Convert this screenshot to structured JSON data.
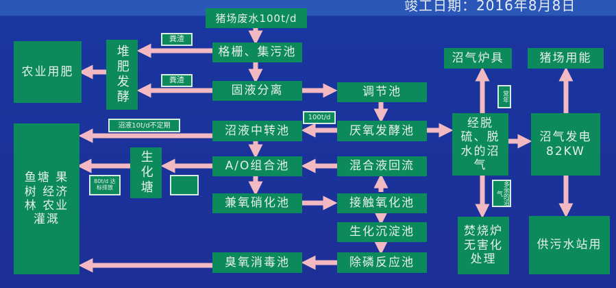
{
  "header": {
    "completion": "竣工日期：2016年8月8日"
  },
  "boxes": {
    "wastewater": "猪场废水100t/d",
    "grille": "格栅、集污池",
    "separation": "固液分离",
    "transfer": "沼液中转池",
    "ao": "A/O组合池",
    "nitrification": "兼氧硝化池",
    "ozone": "臭氧消毒池",
    "regulating": "调节池",
    "anaerobic": "厌氧发酵池",
    "reflux": "混合液回流",
    "contact": "接触氧化池",
    "sedimentation": "生化沉淀池",
    "phosphorus": "除磷反应池",
    "compost": "堆肥发酵",
    "fertilizer": "农业用肥",
    "irrigation": "鱼塘 果树 经济林 农业灌溉",
    "pond": "生化塘",
    "biogas": "经脱硫、脱水的沼气",
    "stove": "沼气炉具",
    "incinerator": "焚烧炉 无害化 处理",
    "farm_energy": "猪场用能",
    "power": "沼气发电 82KW",
    "station": "供污水站用"
  },
  "labels": {
    "dung1": "粪渣",
    "dung2": "粪渣",
    "flow100": "100t/d",
    "liquid10": "沼液10t/d不定期",
    "discharge": "80t/d 达标排放",
    "pond_note": "",
    "yearround": "常年",
    "surplus": "多余的沼气"
  },
  "colors": {
    "background": "#1c2f96",
    "box": "#0d8a5c",
    "arrow": "#f2b9c2",
    "text": "#e6f2e8"
  }
}
